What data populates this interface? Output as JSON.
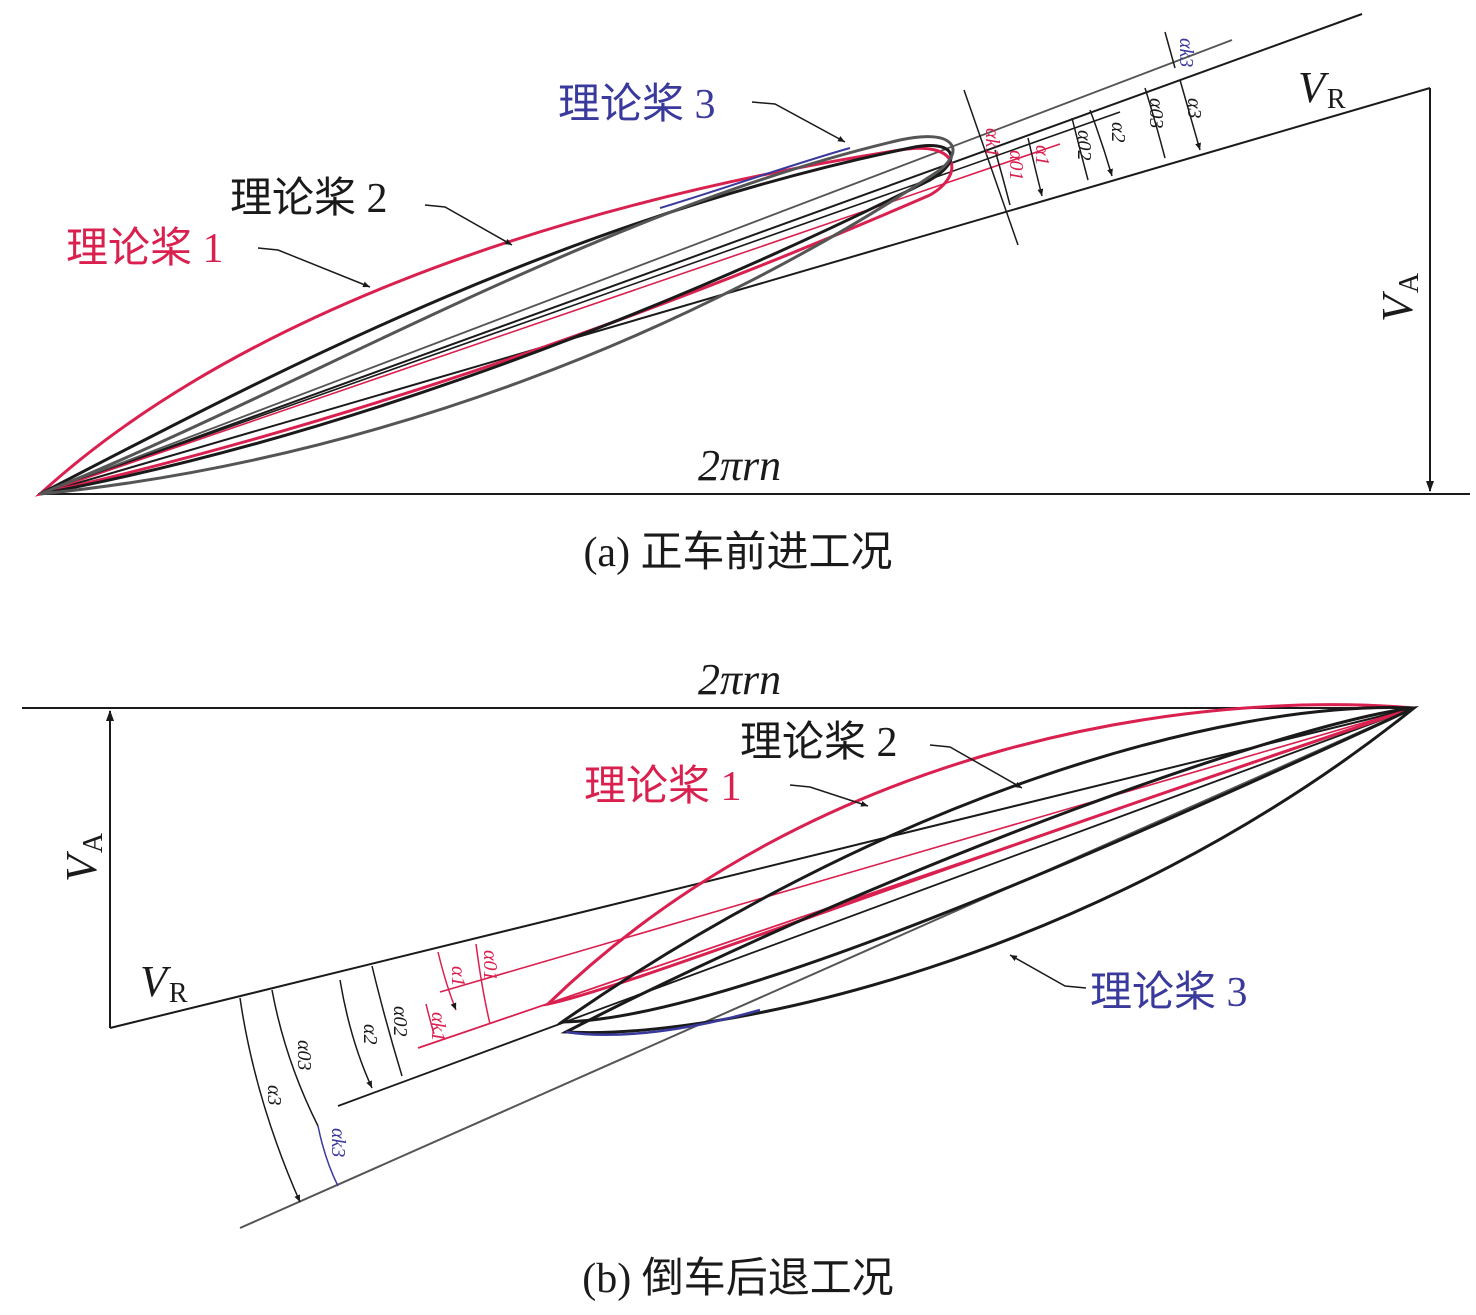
{
  "colors": {
    "line": "#1a1a1a",
    "propeller_1": "#d9204f",
    "propeller_2": "#1a1a1a",
    "propeller_3": "#3a3a9c",
    "propeller_3_outline": "#555555"
  },
  "panel_a": {
    "caption": "(a) 正车前进工况",
    "label_propeller_1": "理论桨 1",
    "label_propeller_2": "理论桨 2",
    "label_propeller_3": "理论桨 3",
    "base_label": "2πrn",
    "va_symbol": "V",
    "va_sub": "A",
    "vr_symbol": "V",
    "vr_sub": "R",
    "angles": {
      "a1": "α1",
      "a01": "α01",
      "ak1": "αk1",
      "a2": "α2",
      "a02": "α02",
      "a3": "α3",
      "a03": "α03",
      "ak3": "αk3"
    }
  },
  "panel_b": {
    "caption": "(b) 倒车后退工况",
    "label_propeller_1": "理论桨 1",
    "label_propeller_2": "理论桨 2",
    "label_propeller_3": "理论桨 3",
    "base_label": "2πrn",
    "va_symbol": "V",
    "va_sub": "A",
    "vr_symbol": "V",
    "vr_sub": "R",
    "angles": {
      "a1": "α1",
      "a01": "α01",
      "ak1": "αk1",
      "a2": "α2",
      "a02": "α02",
      "a3": "α3",
      "a03": "α03",
      "ak3": "αk3"
    }
  }
}
